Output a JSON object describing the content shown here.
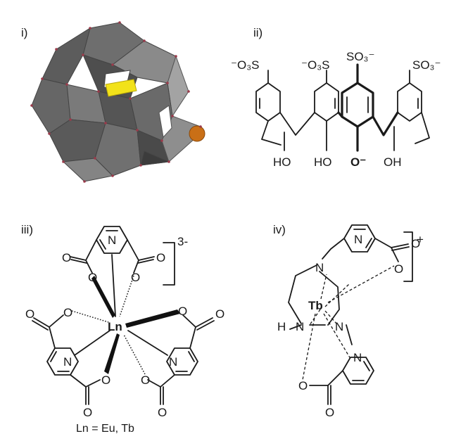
{
  "panels": [
    {
      "id": "i",
      "label": "i)"
    },
    {
      "id": "ii",
      "label": "ii)"
    },
    {
      "id": "iii",
      "label": "iii)"
    },
    {
      "id": "iv",
      "label": "iv)"
    }
  ],
  "panel_ii": {
    "sulfonate_left": "⁻O₃S",
    "sulfonate_midleft": "⁻O₃S",
    "sulfonate_midright": "SO₃⁻",
    "sulfonate_right": "SO₃⁻",
    "hydroxy_1": "HO",
    "hydroxy_2": "HO",
    "oxide": "O⁻",
    "hydroxy_3": "OH"
  },
  "panel_iii": {
    "charge": "3-",
    "metal": "Ln",
    "nitrogen": "N",
    "oxygen": "O",
    "caption": "Ln = Eu, Tb"
  },
  "panel_iv": {
    "charge": "+",
    "metal": "Tb",
    "nitrogen": "N",
    "oxygen": "O",
    "hydrogen": "H"
  },
  "colors": {
    "polyhedra_dark": "#5a5a5a",
    "polyhedra_light": "#9a9a9a",
    "yellow_bar": "#f2e21a",
    "orange_atom": "#c96f16",
    "vertex_dots": "#9a3a4a"
  }
}
